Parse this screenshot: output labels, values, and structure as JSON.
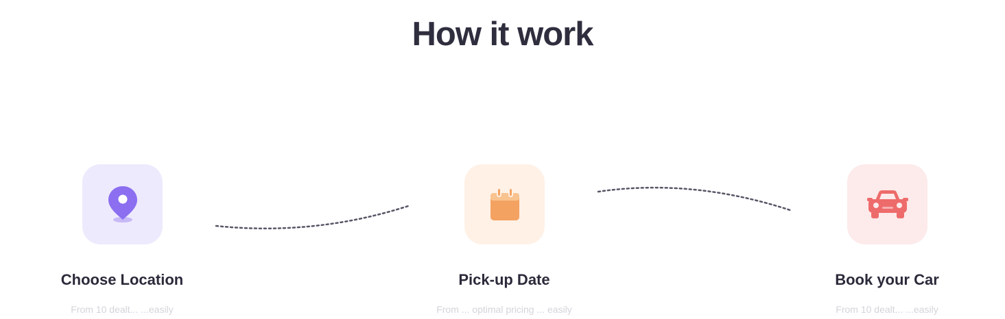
{
  "heading": "How it work",
  "steps": [
    {
      "title": "Choose Location",
      "description": "From 10 dealt... ...easily",
      "icon": "location-pin-icon",
      "bg": "#eeeafd",
      "accent": "#8b6ff0"
    },
    {
      "title": "Pick-up Date",
      "description": "From ... optimal pricing ... easily",
      "icon": "calendar-icon",
      "bg": "#fff1e6",
      "accent": "#f4a261"
    },
    {
      "title": "Book your Car",
      "description": "From 10 dealt... ...easily",
      "icon": "car-icon",
      "bg": "#fdeaea",
      "accent": "#ee6b6b"
    }
  ]
}
